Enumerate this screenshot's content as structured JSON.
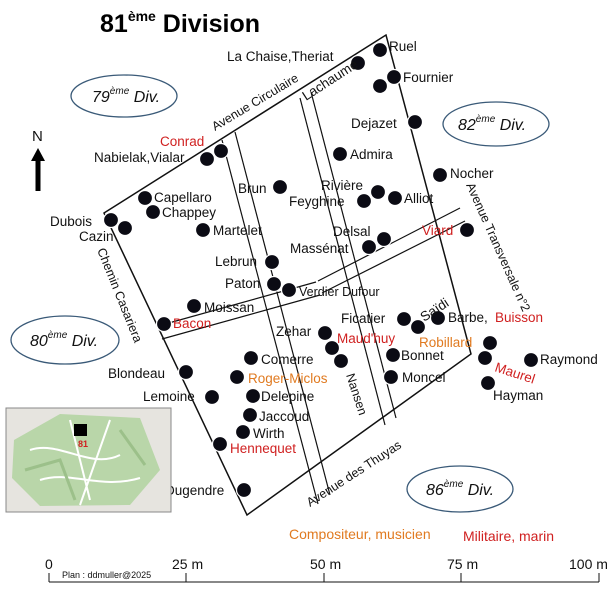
{
  "title": {
    "main": "81",
    "sup": "ème",
    "rest": " Division"
  },
  "north": "N",
  "divisions": [
    {
      "num": "79",
      "sup": "ème",
      "label": " Div."
    },
    {
      "num": "82",
      "sup": "ème",
      "label": " Div."
    },
    {
      "num": "80",
      "sup": "ème",
      "label": " Div."
    },
    {
      "num": "86",
      "sup": "ème",
      "label": " Div."
    }
  ],
  "streets": {
    "circulaire": "Avenue Circulaire",
    "transversale": "Avenue Transversale n°2",
    "casariera": "Chemin Casariera",
    "thuyas": "Avenue des Thuyas",
    "nansen": "Nansen"
  },
  "graves": [
    {
      "name": "Ruel",
      "color": "black"
    },
    {
      "name": "La Chaise,Theriat",
      "color": "black"
    },
    {
      "name": "Fournier",
      "color": "black"
    },
    {
      "name": "Lachaume",
      "color": "black"
    },
    {
      "name": "Dejazet",
      "color": "black"
    },
    {
      "name": "Conrad",
      "color": "red"
    },
    {
      "name": "Nabielak,Vialar",
      "color": "black"
    },
    {
      "name": "Admira",
      "color": "black"
    },
    {
      "name": "Nocher",
      "color": "black"
    },
    {
      "name": "Brun",
      "color": "black"
    },
    {
      "name": "Rivière",
      "color": "black"
    },
    {
      "name": "Feyghine",
      "color": "black"
    },
    {
      "name": "Alliot",
      "color": "black"
    },
    {
      "name": "Capellaro",
      "color": "black"
    },
    {
      "name": "Chappey",
      "color": "black"
    },
    {
      "name": "Dubois",
      "color": "black"
    },
    {
      "name": "Cazin",
      "color": "black"
    },
    {
      "name": "Martelet",
      "color": "black"
    },
    {
      "name": "Viard",
      "color": "red"
    },
    {
      "name": "Delsal",
      "color": "black"
    },
    {
      "name": "Massénat",
      "color": "black"
    },
    {
      "name": "Lebrun",
      "color": "black"
    },
    {
      "name": "Paton",
      "color": "black"
    },
    {
      "name": "Verdier Dufour",
      "color": "black"
    },
    {
      "name": "Moissan",
      "color": "black"
    },
    {
      "name": "Bacon",
      "color": "red"
    },
    {
      "name": "Ficatier",
      "color": "black"
    },
    {
      "name": "Saïdi",
      "color": "black"
    },
    {
      "name": "Barbe,",
      "color": "black"
    },
    {
      "name": "Buisson",
      "color": "red"
    },
    {
      "name": "Zehar",
      "color": "black"
    },
    {
      "name": "Maud'huy",
      "color": "red"
    },
    {
      "name": "Robillard",
      "color": "orange"
    },
    {
      "name": "Comerre",
      "color": "black"
    },
    {
      "name": "Bonnet",
      "color": "black"
    },
    {
      "name": "Raymond",
      "color": "black"
    },
    {
      "name": "Blondeau",
      "color": "black"
    },
    {
      "name": "Roger-Miclos",
      "color": "orange"
    },
    {
      "name": "Moncel",
      "color": "black"
    },
    {
      "name": "Maurel",
      "color": "red"
    },
    {
      "name": "Lemoine",
      "color": "black"
    },
    {
      "name": "Delepine",
      "color": "black"
    },
    {
      "name": "Hayman",
      "color": "black"
    },
    {
      "name": "Jaccoud",
      "color": "black"
    },
    {
      "name": "Wirth",
      "color": "black"
    },
    {
      "name": "Hennequet",
      "color": "red"
    },
    {
      "name": "Dugendre",
      "color": "black"
    }
  ],
  "inset": {
    "label": "81"
  },
  "legend": {
    "composer": "Compositeur, musicien",
    "military": "Militaire, marin",
    "composer_color": "#e07a20",
    "military_color": "#d02020"
  },
  "scale": {
    "ticks": [
      "0",
      "25 m",
      "50 m",
      "75 m",
      "100 m"
    ]
  },
  "credit": "Plan : ddmuller@2025"
}
